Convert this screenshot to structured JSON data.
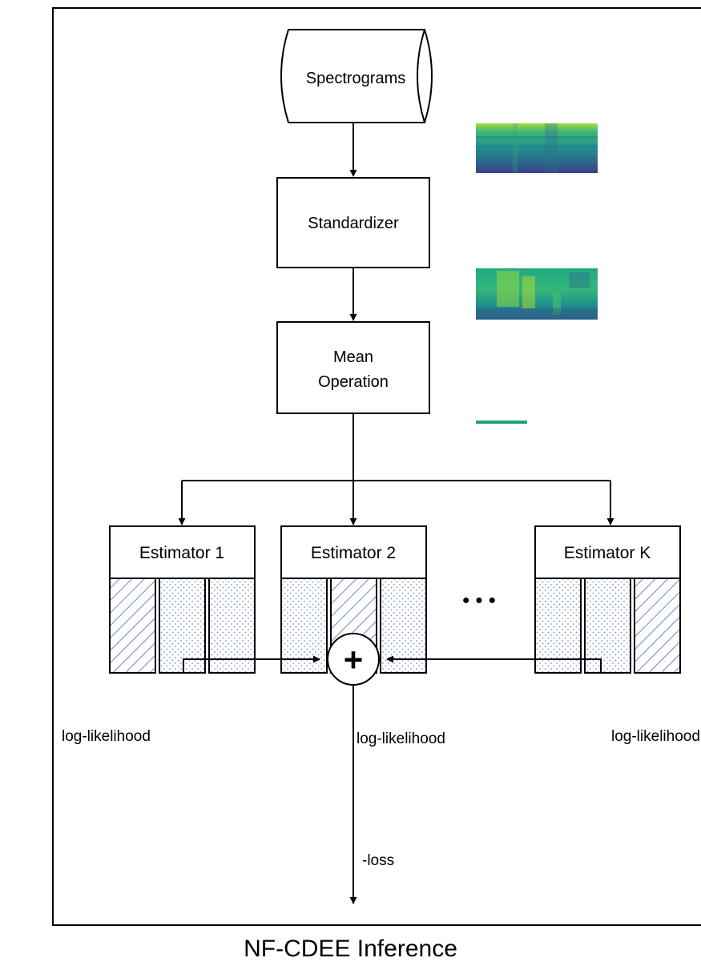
{
  "nodes": {
    "input": "Spectrograms",
    "standardizer": "Standardizer",
    "mean_line1": "Mean",
    "mean_line2": "Operation"
  },
  "estimators": [
    {
      "label": "Estimator 1",
      "blocks": [
        "hatched",
        "dotted",
        "dotted"
      ]
    },
    {
      "label": "Estimator 2",
      "blocks": [
        "dotted",
        "hatched",
        "dotted"
      ]
    },
    {
      "label": "Estimator K",
      "blocks": [
        "dotted",
        "dotted",
        "hatched"
      ]
    }
  ],
  "ellipsis": "• • •",
  "edge_labels": {
    "loglik_1": "log-likelihood",
    "loglik_2": "log-likelihood",
    "loglik_k": "log-likelihood"
  },
  "sum_symbol": "+",
  "loss_label": "-loss",
  "caption": "NF-CDEE Inference",
  "colors": {
    "stroke": "#000000",
    "hatch": "#6f86c8",
    "dots": "#7a93c7",
    "spectrogram_dark": "#2f4a8a",
    "spectrogram_mid": "#1f9a8a",
    "spectrogram_light": "#9bd84a",
    "mean_line": "#1aa37a"
  }
}
